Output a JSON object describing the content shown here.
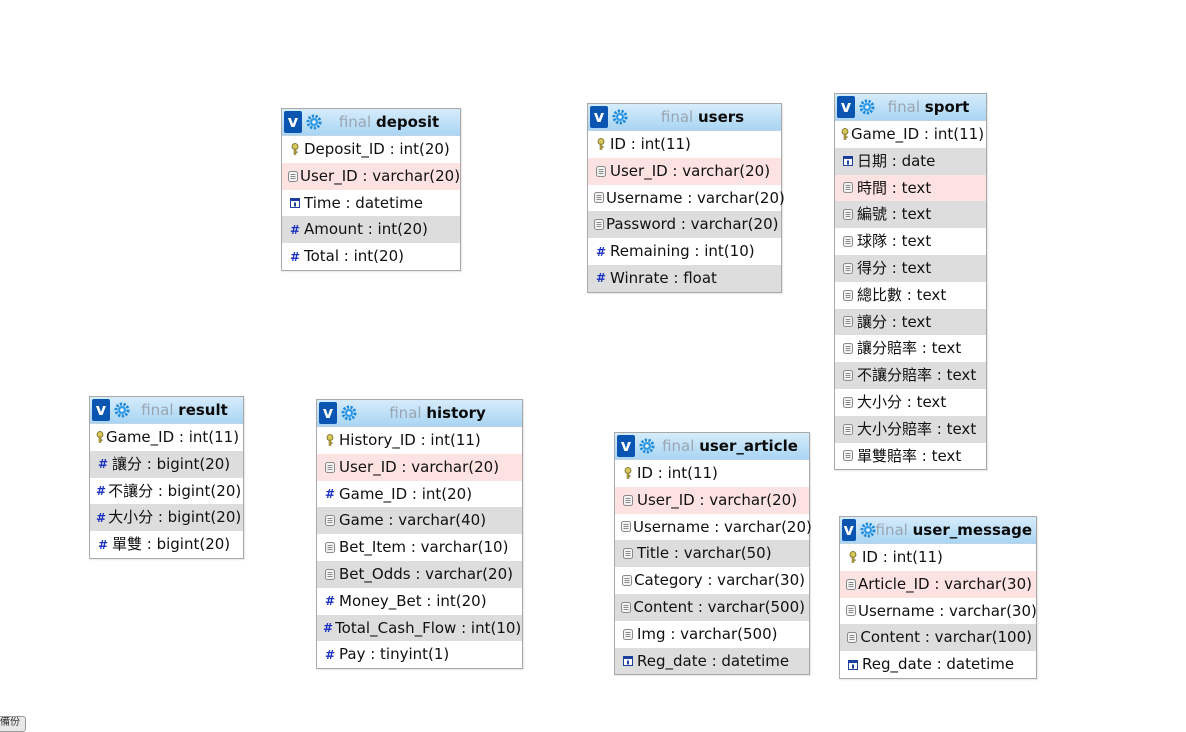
{
  "prefix": "final",
  "corner_button_label": "備份",
  "tables": [
    {
      "name": "deposit",
      "columns": [
        {
          "icon": "key",
          "label": "Deposit_ID : int(20)",
          "style": "plain"
        },
        {
          "icon": "text",
          "label": "User_ID : varchar(20)",
          "style": "fk"
        },
        {
          "icon": "date",
          "label": "Time : datetime",
          "style": "plain"
        },
        {
          "icon": "number",
          "label": "Amount : int(20)",
          "style": "alt"
        },
        {
          "icon": "number",
          "label": "Total : int(20)",
          "style": "plain"
        }
      ]
    },
    {
      "name": "users",
      "columns": [
        {
          "icon": "key",
          "label": "ID : int(11)",
          "style": "plain"
        },
        {
          "icon": "text",
          "label": "User_ID : varchar(20)",
          "style": "fk"
        },
        {
          "icon": "text",
          "label": "Username : varchar(20)",
          "style": "plain"
        },
        {
          "icon": "text",
          "label": "Password : varchar(20)",
          "style": "alt"
        },
        {
          "icon": "number",
          "label": "Remaining : int(10)",
          "style": "plain"
        },
        {
          "icon": "number",
          "label": "Winrate : float",
          "style": "alt"
        }
      ]
    },
    {
      "name": "sport",
      "columns": [
        {
          "icon": "key",
          "label": "Game_ID : int(11)",
          "style": "plain"
        },
        {
          "icon": "date",
          "label": "日期 : date",
          "style": "alt"
        },
        {
          "icon": "text",
          "label": "時間 : text",
          "style": "fk"
        },
        {
          "icon": "text",
          "label": "編號 : text",
          "style": "alt"
        },
        {
          "icon": "text",
          "label": "球隊 : text",
          "style": "plain"
        },
        {
          "icon": "text",
          "label": "得分 : text",
          "style": "alt"
        },
        {
          "icon": "text",
          "label": "總比數 : text",
          "style": "plain"
        },
        {
          "icon": "text",
          "label": "讓分 : text",
          "style": "alt"
        },
        {
          "icon": "text",
          "label": "讓分賠率 : text",
          "style": "plain"
        },
        {
          "icon": "text",
          "label": "不讓分賠率 : text",
          "style": "alt"
        },
        {
          "icon": "text",
          "label": "大小分 : text",
          "style": "plain"
        },
        {
          "icon": "text",
          "label": "大小分賠率 : text",
          "style": "alt"
        },
        {
          "icon": "text",
          "label": "單雙賠率 : text",
          "style": "plain"
        }
      ]
    },
    {
      "name": "result",
      "columns": [
        {
          "icon": "key",
          "label": "Game_ID : int(11)",
          "style": "plain"
        },
        {
          "icon": "number",
          "label": "讓分 : bigint(20)",
          "style": "alt"
        },
        {
          "icon": "number",
          "label": "不讓分 : bigint(20)",
          "style": "plain"
        },
        {
          "icon": "number",
          "label": "大小分 : bigint(20)",
          "style": "alt"
        },
        {
          "icon": "number",
          "label": "單雙 : bigint(20)",
          "style": "plain"
        }
      ]
    },
    {
      "name": "history",
      "columns": [
        {
          "icon": "key",
          "label": "History_ID : int(11)",
          "style": "plain"
        },
        {
          "icon": "text",
          "label": "User_ID : varchar(20)",
          "style": "fk"
        },
        {
          "icon": "number",
          "label": "Game_ID : int(20)",
          "style": "plain"
        },
        {
          "icon": "text",
          "label": "Game : varchar(40)",
          "style": "alt"
        },
        {
          "icon": "text",
          "label": "Bet_Item : varchar(10)",
          "style": "plain"
        },
        {
          "icon": "text",
          "label": "Bet_Odds : varchar(20)",
          "style": "alt"
        },
        {
          "icon": "number",
          "label": "Money_Bet : int(20)",
          "style": "plain"
        },
        {
          "icon": "number",
          "label": "Total_Cash_Flow : int(10)",
          "style": "alt"
        },
        {
          "icon": "number",
          "label": "Pay : tinyint(1)",
          "style": "plain"
        }
      ]
    },
    {
      "name": "user_article",
      "columns": [
        {
          "icon": "key",
          "label": "ID : int(11)",
          "style": "plain"
        },
        {
          "icon": "text",
          "label": "User_ID : varchar(20)",
          "style": "fk"
        },
        {
          "icon": "text",
          "label": "Username : varchar(20)",
          "style": "plain"
        },
        {
          "icon": "text",
          "label": "Title : varchar(50)",
          "style": "alt"
        },
        {
          "icon": "text",
          "label": "Category : varchar(30)",
          "style": "plain"
        },
        {
          "icon": "text",
          "label": "Content : varchar(500)",
          "style": "alt"
        },
        {
          "icon": "text",
          "label": "Img : varchar(500)",
          "style": "plain"
        },
        {
          "icon": "date",
          "label": "Reg_date : datetime",
          "style": "alt"
        }
      ]
    },
    {
      "name": "user_message",
      "columns": [
        {
          "icon": "key",
          "label": "ID : int(11)",
          "style": "plain"
        },
        {
          "icon": "text",
          "label": "Article_ID : varchar(30)",
          "style": "fk"
        },
        {
          "icon": "text",
          "label": "Username : varchar(30)",
          "style": "plain"
        },
        {
          "icon": "text",
          "label": "Content : varchar(100)",
          "style": "alt"
        },
        {
          "icon": "date",
          "label": "Reg_date : datetime",
          "style": "plain"
        }
      ]
    }
  ]
}
